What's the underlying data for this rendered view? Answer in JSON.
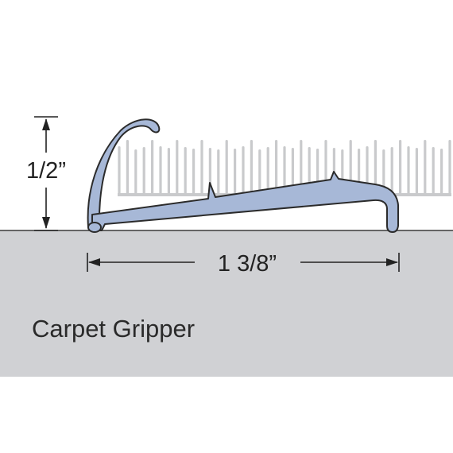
{
  "product_label": "Carpet Gripper",
  "dimensions": {
    "height_label": "1/2”",
    "width_label": "1 3/8”"
  },
  "colors": {
    "background": "#ffffff",
    "floor": "#d0d1d4",
    "floor_edge": "#3a3a3a",
    "profile_fill": "#a7b8d7",
    "profile_stroke": "#2b2b2b",
    "carpet_fiber": "#c9cacc",
    "dimension_line": "#222222"
  }
}
